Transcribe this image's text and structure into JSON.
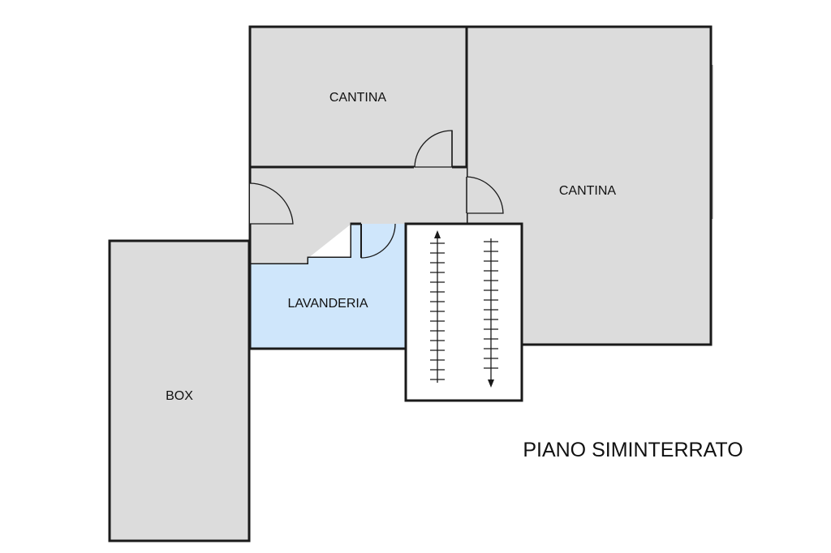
{
  "floor_title": "PIANO SIMINTERRATO",
  "rooms": {
    "cantina_small": "CANTINA",
    "cantina_large": "CANTINA",
    "lavanderia": "LAVANDERIA",
    "box": "BOX"
  },
  "colors": {
    "room_fill": "#dcdcdc",
    "laundry_fill": "#cfe6fb",
    "wall": "#1a1a1a",
    "stair_fill": "#ffffff",
    "background": "#ffffff"
  }
}
